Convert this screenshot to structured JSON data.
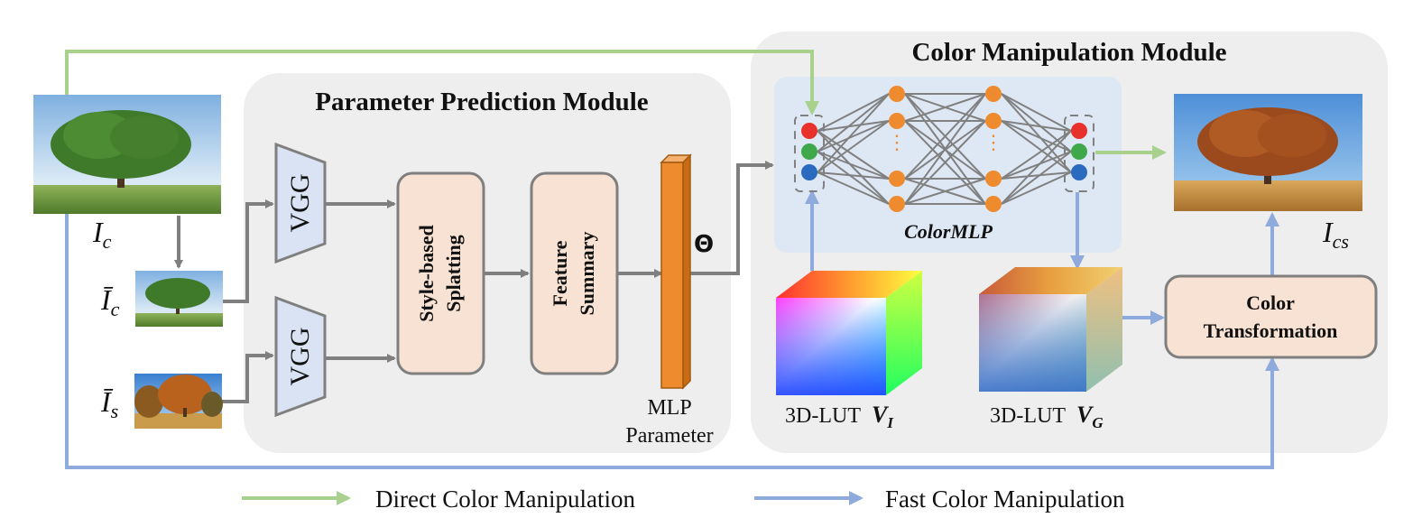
{
  "modules": {
    "ppm_title": "Parameter Prediction Module",
    "cmm_title": "Color Manipulation Module"
  },
  "images": {
    "content": {
      "symbol": "I",
      "sub": "c"
    },
    "content_down": {
      "symbol": "Ī",
      "sub": "c"
    },
    "style_down": {
      "symbol": "Ī",
      "sub": "s"
    },
    "output": {
      "symbol": "I",
      "sub": "cs"
    }
  },
  "blocks": {
    "vgg_top": "VGG",
    "vgg_bottom": "VGG",
    "splatting_line1": "Style-based",
    "splatting_line2": "Splatting",
    "summary_line1": "Feature",
    "summary_line2": "Summary",
    "mlp_param_line1": "MLP",
    "mlp_param_line2": "Parameter",
    "theta": "Θ",
    "colormlp": "ColorMLP",
    "transform_line1": "Color",
    "transform_line2": "Transformation"
  },
  "luts": {
    "input_prefix": "3D-LUT",
    "input_symbol": "V",
    "input_sub": "I",
    "generated_prefix": "3D-LUT",
    "generated_symbol": "V",
    "generated_sub": "G"
  },
  "legend": {
    "direct": "Direct Color Manipulation",
    "fast": "Fast Color Manipulation"
  },
  "colors": {
    "green_path": "#a9d18e",
    "blue_path": "#8faadc",
    "gray_arrow": "#7f7f7f",
    "module_bg": "#eeeeee",
    "box_fill": "#f8e2d3",
    "vgg_fill": "#dae3f3",
    "orange": "#ed8b2e",
    "mlp_bg": "#dee8f5"
  }
}
